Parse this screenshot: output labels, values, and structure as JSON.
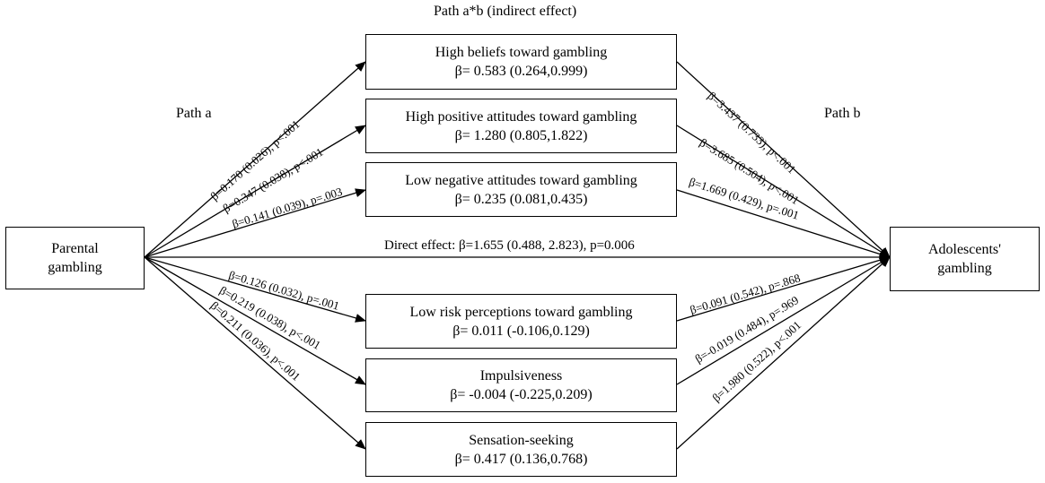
{
  "header": {
    "path_ab": "Path a*b (indirect effect)",
    "path_a": "Path a",
    "path_b": "Path b"
  },
  "nodes": {
    "parental": {
      "line1": "Parental",
      "line2": "gambling"
    },
    "adolescent": {
      "line1": "Adolescents'",
      "line2": "gambling"
    }
  },
  "mediators": [
    {
      "name": "High beliefs toward gambling",
      "beta": "β= 0.583 (0.264,0.999)"
    },
    {
      "name": "High positive attitudes toward gambling",
      "beta": "β= 1.280 (0.805,1.822)"
    },
    {
      "name": "Low negative attitudes toward gambling",
      "beta": "β= 0.235 (0.081,0.435)"
    },
    {
      "name": "Low risk perceptions toward gambling",
      "beta": "β= 0.011 (-0.106,0.129)"
    },
    {
      "name": "Impulsiveness",
      "beta": "β= -0.004 (-0.225,0.209)"
    },
    {
      "name": "Sensation-seeking",
      "beta": "β= 0.417 (0.136,0.768)"
    }
  ],
  "path_a_coefs": [
    "β=0.170 (0.026), p<.001",
    "β=0.347 (0.038), p<.001",
    "β=0.141 (0.039), p=.003",
    "β=0.126 (0.032), p=.001",
    "β=0.219 (0.038), p<.001",
    "β=0.211 (0.036), p<.001"
  ],
  "path_b_coefs": [
    "β=3.437 (0.733), p<.001",
    "β=3.685 (0.504), p<.001",
    "β=1.669 (0.429), p=.001",
    "β=0.091 (0.542), p=.868",
    "β=-0.019 (0.484), p=.969",
    "β=1.980 (0.522), p<.001"
  ],
  "direct_effect": "Direct effect: β=1.655 (0.488, 2.823), p=0.006"
}
